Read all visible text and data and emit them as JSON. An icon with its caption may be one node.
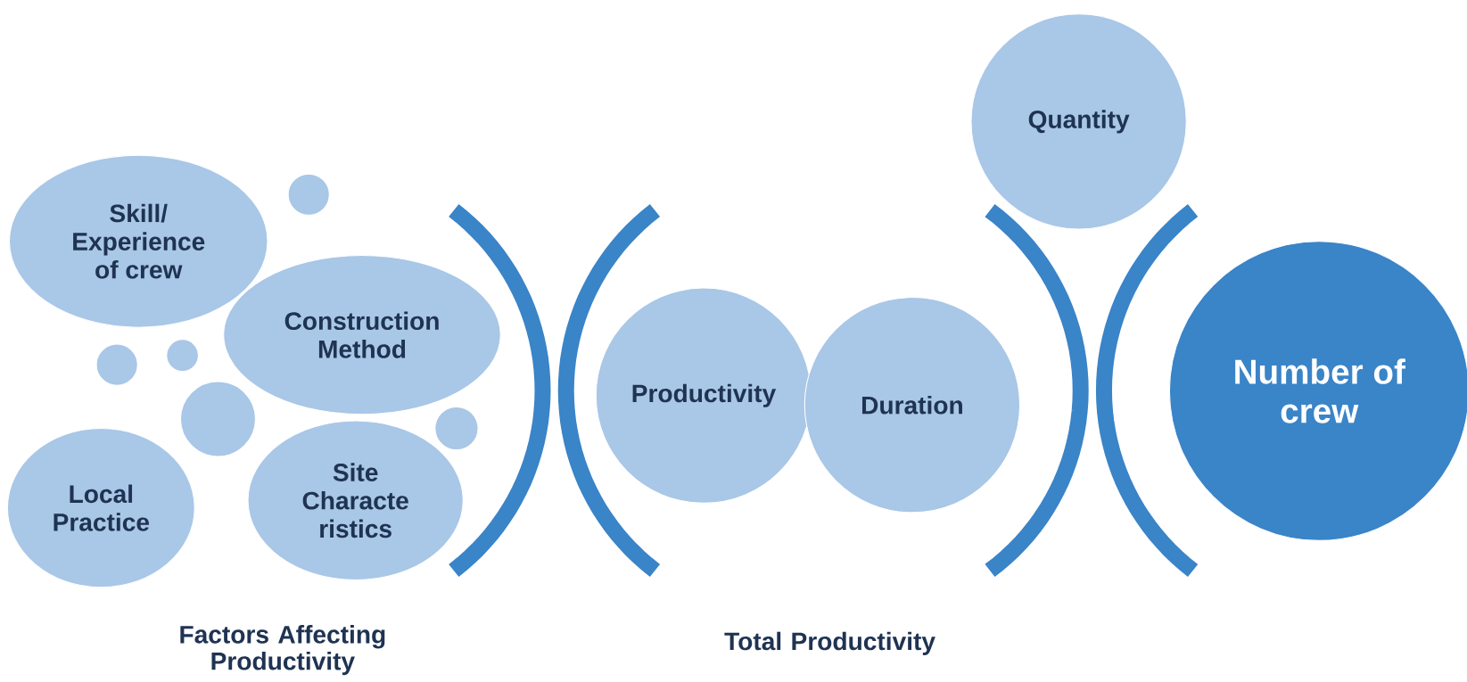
{
  "diagram": {
    "nodes": [
      {
        "text": [
          "Skill/ Experience of crew"
        ]
      },
      {
        "text": [],
        "shape": "circle"
      },
      {
        "text": [
          "Construction Method"
        ]
      },
      {
        "text": [],
        "shape": "circle"
      },
      {
        "text": [],
        "shape": "circle"
      },
      {
        "text": [],
        "shape": "circle"
      },
      {
        "text": [
          "Local Practice"
        ]
      },
      {
        "text": [
          "Site Characte ristics"
        ]
      },
      {
        "text": [],
        "shape": "circle"
      },
      {
        "text": [
          "Productivity"
        ]
      },
      {
        "text": [
          "Duration"
        ]
      },
      {
        "text": [
          "Quantity"
        ]
      },
      {
        "text": [
          "Number of crew"
        ]
      }
    ],
    "edges": [],
    "labels": [
      "Factors Affecting Productivity",
      "Total Productivity"
    ]
  }
}
